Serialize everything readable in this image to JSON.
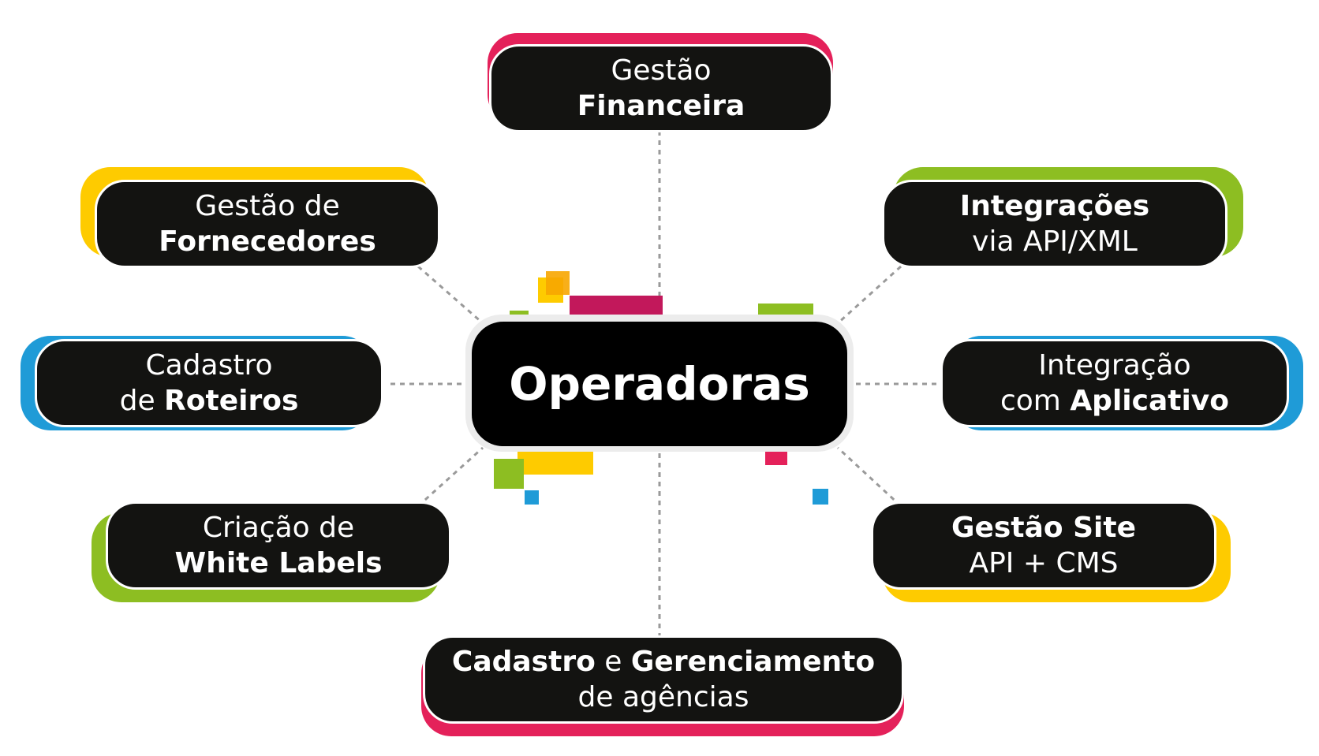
{
  "center": {
    "label": "Operadoras"
  },
  "colors": {
    "pink": "#e4215a",
    "yellow": "#fecb00",
    "green": "#8dbe22",
    "blue": "#1f9bd7",
    "dark": "#131311"
  },
  "nodes": {
    "financeira": {
      "line1": "Gestão",
      "line2": "Financeira",
      "accent": "pink"
    },
    "fornecedores": {
      "line1": "Gestão de",
      "line2": "Fornecedores",
      "accent": "yellow"
    },
    "integracoes": {
      "line1": "Integrações",
      "line2": "via API/XML",
      "accent": "green"
    },
    "roteiros": {
      "line1": "Cadastro",
      "line2a": "de ",
      "line2b": "Roteiros",
      "accent": "blue"
    },
    "aplicativo": {
      "line1": "Integração",
      "line2a": "com ",
      "line2b": "Aplicativo",
      "accent": "blue"
    },
    "whitelabels": {
      "line1": "Criação de",
      "line2": "White Labels",
      "accent": "green"
    },
    "site": {
      "line1": "Gestão Site",
      "line2": "API + CMS",
      "accent": "yellow"
    },
    "agencias": {
      "line1a": "Cadastro",
      "line1b": " e ",
      "line1c": "Gerenciamento",
      "line2": "de agências",
      "accent": "pink"
    }
  }
}
